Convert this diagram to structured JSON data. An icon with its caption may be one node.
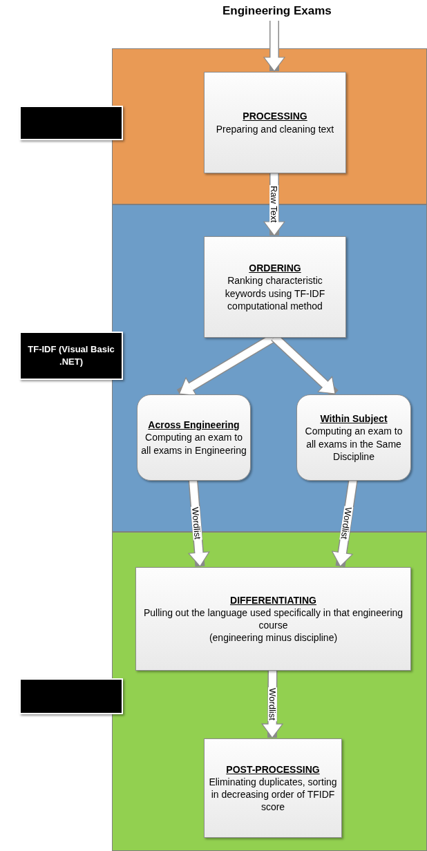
{
  "diagram": {
    "nodes": [
      {
        "text": [
          "Engineering Exams"
        ]
      },
      {
        "text": [],
        "shape": "box"
      },
      {
        "text": [],
        "shape": "box"
      },
      {
        "text": [
          "PROCESSING",
          "Preparing and cleaning text"
        ],
        "in": 1
      },
      {
        "text": [],
        "shape": "box"
      },
      {
        "text": [
          "TF-IDF (Visual Basic .NET)"
        ]
      },
      {
        "text": [
          "ORDERING",
          "Ranking characteristic keywords using TF-IDF computational method"
        ],
        "in": 4
      },
      {
        "text": [
          "Across Engineering",
          "Computing an exam to all exams in Engineering"
        ],
        "in": 4
      },
      {
        "text": [
          "Within Subject",
          "Computing an exam to all exams in the Same Discipline"
        ],
        "in": 4
      },
      {
        "text": [],
        "shape": "box"
      },
      {
        "text": [],
        "shape": "box"
      },
      {
        "text": [
          "DIFFERENTIATING",
          "Pulling out the language used specifically in that engineering course",
          "(engineering minus discipline)"
        ],
        "in": 9
      },
      {
        "text": [
          "POST-PROCESSING",
          "Eliminating duplicates, sorting in decreasing order of TFIDF score"
        ],
        "in": 9
      }
    ],
    "edges": [
      {
        "from": 0,
        "to": 3,
        "arrow": "to"
      },
      {
        "from": 3,
        "to": 6,
        "arrow": "to",
        "label": "Raw Text"
      },
      {
        "from": 6,
        "to": 7,
        "arrow": "to"
      },
      {
        "from": 6,
        "to": 8,
        "arrow": "to"
      },
      {
        "from": 7,
        "to": 11,
        "arrow": "to",
        "label": "Wordlist"
      },
      {
        "from": 8,
        "to": 11,
        "arrow": "to",
        "label": "Wordlist"
      },
      {
        "from": 11,
        "to": 12,
        "arrow": "to",
        "label": "Wordlist"
      }
    ]
  }
}
